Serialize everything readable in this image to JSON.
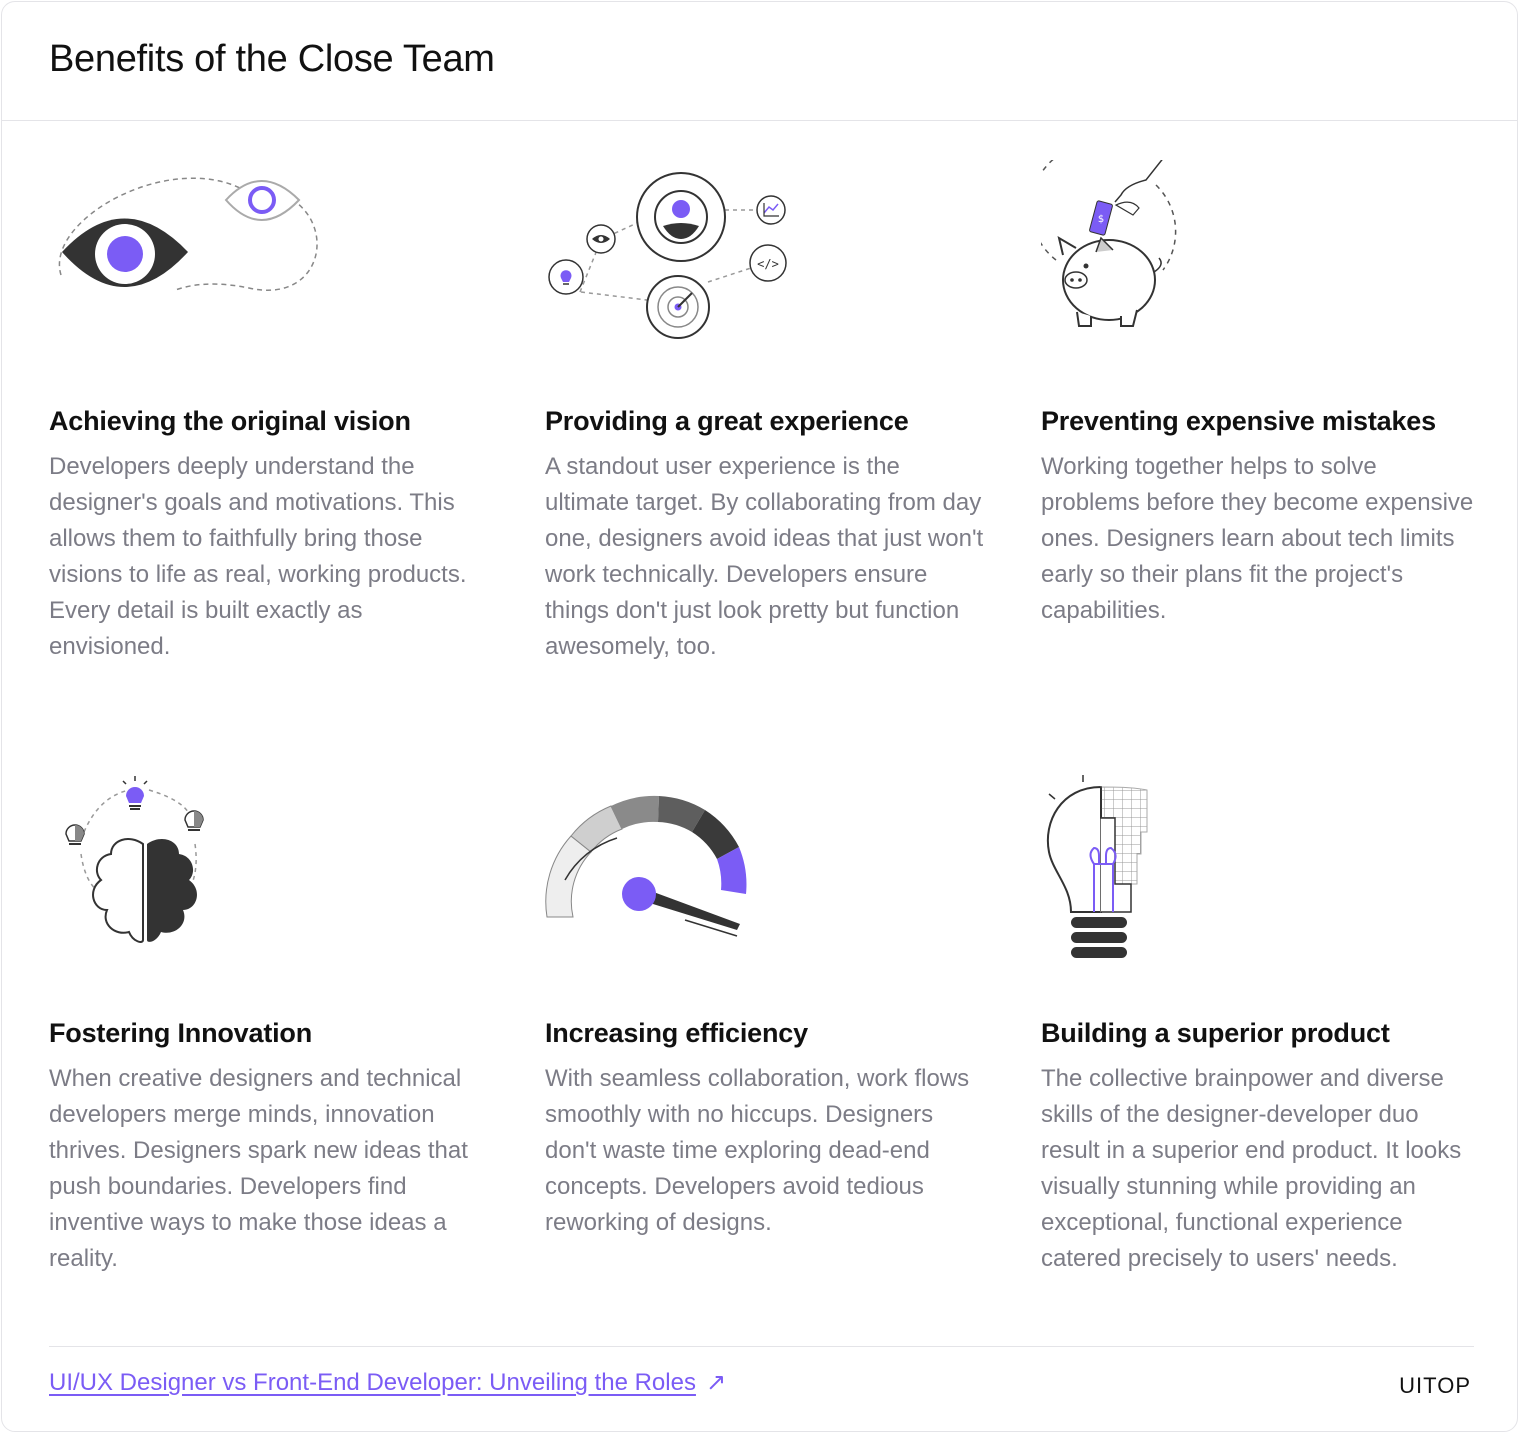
{
  "header": {
    "title": "Benefits of the Close Team"
  },
  "colors": {
    "accent": "#7b5cf5",
    "dark": "#333333",
    "text_muted": "#7c7c86",
    "border": "#e4e4e8"
  },
  "items": [
    {
      "icon": "eye-vision-icon",
      "title": "Achieving the original vision",
      "text": "Developers deeply understand the designer's goals and motivations. This allows them to faithfully bring those visions to life as real, working products. Every detail is built exactly as envisioned."
    },
    {
      "icon": "user-network-icon",
      "title": "Providing a great experience",
      "text": "A standout user experience is the ultimate target. By collaborating from day one, designers avoid ideas that just won't work technically. Developers ensure things don't just look pretty but function awesomely, too."
    },
    {
      "icon": "piggy-bank-icon",
      "title": "Preventing expensive mistakes",
      "text": "Working together helps to solve problems before they become expensive ones. Designers learn about tech limits early so their plans fit the project's capabilities."
    },
    {
      "icon": "brain-ideas-icon",
      "title": "Fostering Innovation",
      "text": "When creative designers and technical developers merge minds, innovation thrives. Designers spark new ideas that push boundaries. Developers find inventive ways to make those ideas a reality."
    },
    {
      "icon": "speedometer-icon",
      "title": "Increasing efficiency",
      "text": "With seamless collaboration, work flows smoothly with no hiccups. Designers don't waste time exploring dead-end concepts. Developers avoid tedious reworking of designs."
    },
    {
      "icon": "lightbulb-blueprint-icon",
      "title": "Building a superior product",
      "text": "The collective brainpower and diverse skills of the designer-developer duo result in a superior end product. It looks visually stunning while providing an exceptional, functional experience catered precisely to users' needs."
    }
  ],
  "footer": {
    "link_text": "UI/UX Designer vs Front-End Developer: Unveiling the Roles",
    "link_arrow": "↗",
    "brand": "UITOP"
  }
}
